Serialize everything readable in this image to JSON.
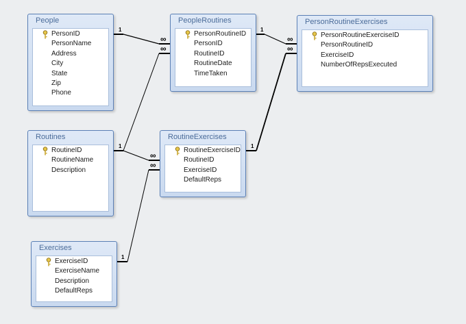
{
  "tables": [
    {
      "id": "people",
      "title": "People",
      "primary_key": "PersonID",
      "fields": [
        "PersonID",
        "PersonName",
        "Address",
        "City",
        "State",
        "Zip",
        "Phone"
      ]
    },
    {
      "id": "people-routines",
      "title": "PeopleRoutines",
      "primary_key": "PersonRoutineID",
      "fields": [
        "PersonRoutineID",
        "PersonID",
        "RoutineID",
        "RoutineDate",
        "TimeTaken"
      ]
    },
    {
      "id": "person-routine-exercises",
      "title": "PersonRoutineExercises",
      "primary_key": "PersonRoutineExerciseID",
      "fields": [
        "PersonRoutineExerciseID",
        "PersonRoutineID",
        "ExerciseID",
        "NumberOfRepsExecuted"
      ]
    },
    {
      "id": "routines",
      "title": "Routines",
      "primary_key": "RoutineID",
      "fields": [
        "RoutineID",
        "RoutineName",
        "Description"
      ]
    },
    {
      "id": "routine-exercises",
      "title": "RoutineExercises",
      "primary_key": "RoutineExerciseID",
      "fields": [
        "RoutineExerciseID",
        "RoutineID",
        "ExerciseID",
        "DefaultReps"
      ]
    },
    {
      "id": "exercises",
      "title": "Exercises",
      "primary_key": "ExerciseID",
      "fields": [
        "ExerciseID",
        "ExerciseName",
        "Description",
        "DefaultReps"
      ]
    }
  ],
  "relationships": [
    {
      "from": "people",
      "to": "people-routines",
      "one_label": "1",
      "many_label": "∞"
    },
    {
      "from": "routines",
      "to": "people-routines",
      "one_label": "1",
      "many_label": "∞"
    },
    {
      "from": "routines",
      "to": "routine-exercises",
      "one_label": "1",
      "many_label": "∞"
    },
    {
      "from": "exercises",
      "to": "routine-exercises",
      "one_label": "1",
      "many_label": "∞"
    },
    {
      "from": "people-routines",
      "to": "person-routine-exercises",
      "one_label": "1",
      "many_label": "∞"
    },
    {
      "from": "routine-exercises",
      "to": "person-routine-exercises",
      "one_label": "1",
      "many_label": "∞"
    }
  ],
  "colors": {
    "title_text": "#4a6b99",
    "border": "#5a7fb5",
    "line": "#000000",
    "background": "#eceef0"
  }
}
